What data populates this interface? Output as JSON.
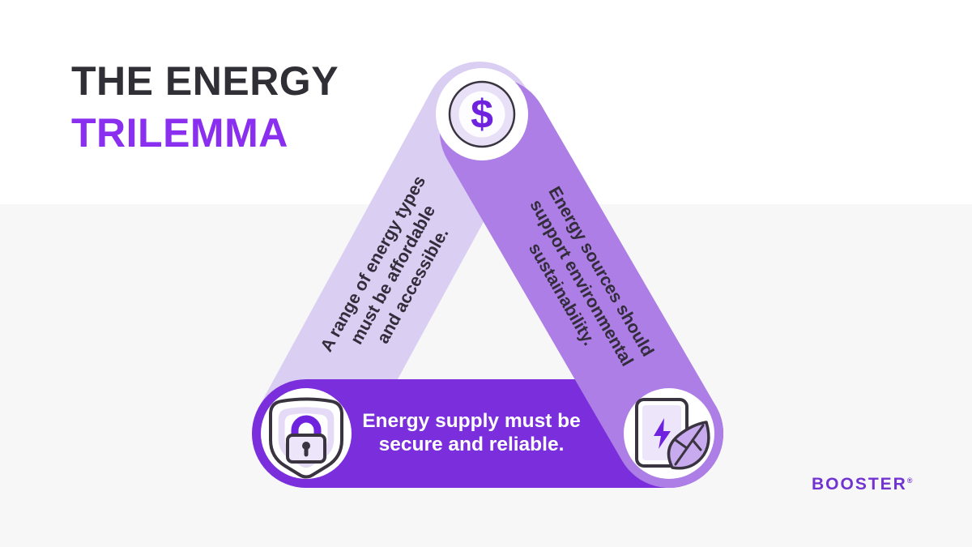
{
  "title": {
    "line1": "THE ENERGY",
    "line2": "TRILEMMA"
  },
  "triangle": {
    "affordability": {
      "label": "A range of energy types\nmust be affordable\nand accessible.",
      "icon": "dollar-icon",
      "icon_symbol": "$"
    },
    "sustainability": {
      "label": "Energy sources should\nsupport environmental\nsustainability.",
      "icon": "energy-leaf-icon"
    },
    "security": {
      "label": "Energy supply must be\nsecure and reliable.",
      "icon": "shield-lock-icon"
    }
  },
  "logo": {
    "text": "BOOSTER",
    "reg": "®"
  },
  "colors": {
    "page_top": "#ffffff",
    "page_bottom": "#f7f7f7",
    "title_dark": "#312f36",
    "title_purple": "#8a2ff0",
    "bar_left": "#dbcef3",
    "bar_right": "#ac7ee6",
    "bar_bottom": "#7b2fdc",
    "bar_text": "#332d3b",
    "bar_bottom_text": "#ffffff",
    "logo_purple": "#7134d1",
    "icon_outline": "#3a3440",
    "icon_purple": "#7023de",
    "icon_lavender": "#e5dbf7",
    "icon_panel": "#ede5f9",
    "icon_pale": "#fdfcfe",
    "dollar_ring": "#e8e0f7",
    "leaf_fill": "#c8aaef"
  }
}
